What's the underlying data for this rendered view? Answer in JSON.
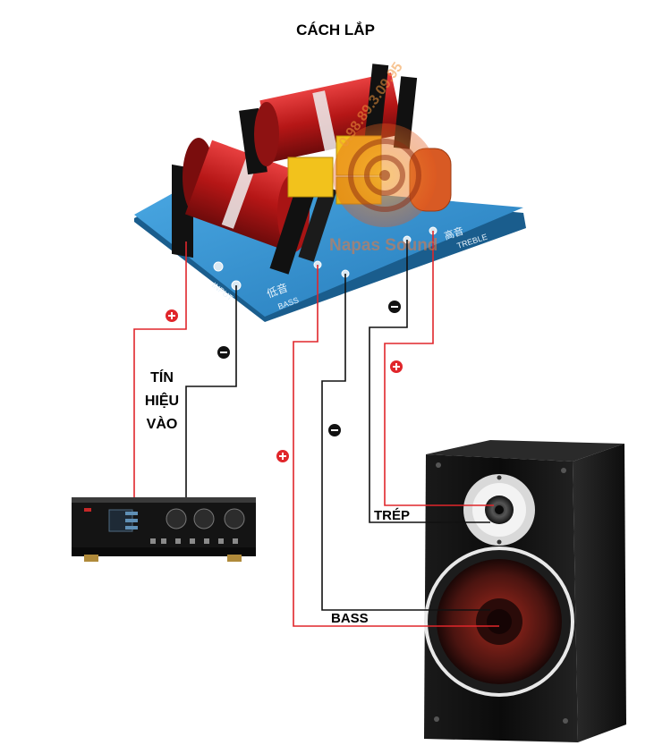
{
  "title": "CÁCH LẮP",
  "signal_label": [
    "TÍN",
    "HIỆU",
    "VÀO"
  ],
  "trep_label": "TRÉP",
  "bass_label": "BASS",
  "watermark": {
    "brand": "Napas Sound",
    "phone": "0.98.89.3.09.95"
  },
  "board_markings": {
    "input": "INPUT",
    "bass": "BASS",
    "bass_cn": "低音",
    "treble": "TREBLE",
    "treble_cn": "高音"
  },
  "colors": {
    "positive_wire": "#e0262b",
    "negative_wire": "#111111",
    "pcb": "#2f8fcf",
    "coil": "#c81a1a",
    "capacitor": "#f2c21c"
  }
}
